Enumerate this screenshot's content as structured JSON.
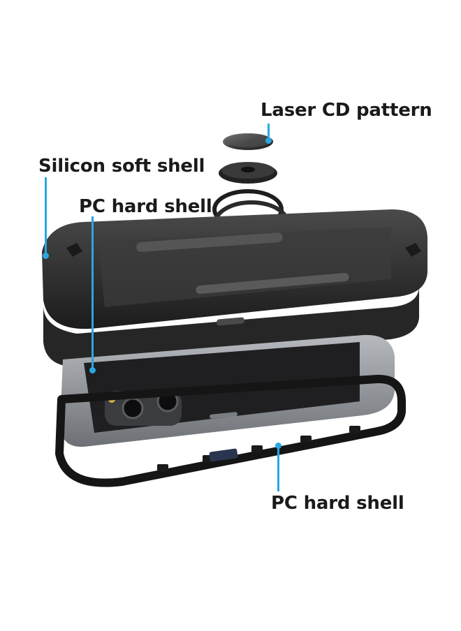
{
  "callouts": {
    "laser_cd": "Laser CD pattern",
    "silicon_shell": "Silicon soft shell",
    "pc_upper": "PC hard shell",
    "pc_lower": "PC hard shell"
  },
  "colors": {
    "leader": "#2aa7e0",
    "case_black": "#2b2b2b",
    "phone_gray": "#8a8d92"
  }
}
